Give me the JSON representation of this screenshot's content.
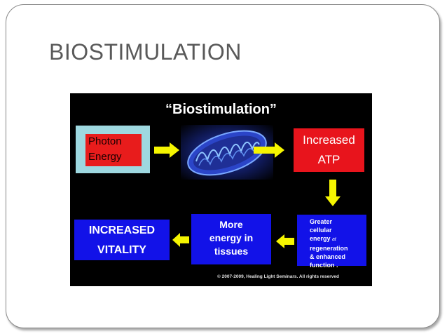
{
  "slide": {
    "title": "BIOSTIMULATION"
  },
  "diagram": {
    "title": "“Biostimulation”",
    "photon": {
      "line1": "Photon",
      "line2": "Energy"
    },
    "atp": {
      "line1": "Increased",
      "line2": "ATP"
    },
    "energy": {
      "line1": "Greater",
      "line2": "cellular",
      "line3": "energy",
      "line3_suffix": "at",
      "line4": "regeneration",
      "line5": "& enhanced",
      "line6": "function ."
    },
    "tissues": {
      "line1": "More",
      "line2": "energy in",
      "line3": "tissues"
    },
    "vitality": {
      "line1": "INCREASED",
      "line2": "VITALITY"
    },
    "copyright": "© 2007-2009, Healing Light Seminars.  All rights reserved"
  },
  "colors": {
    "frame_border": "#8a8a8a",
    "title_gray": "#595959",
    "diagram_bg": "#000000",
    "photon_outer": "#9ed8e0",
    "red_box": "#e81c1c",
    "blue_box": "#1212e8",
    "arrow_yellow": "#f5f500"
  },
  "icons": {
    "mitochondrion": "mitochondrion-image",
    "arrows": "yellow-arrow-icon"
  }
}
